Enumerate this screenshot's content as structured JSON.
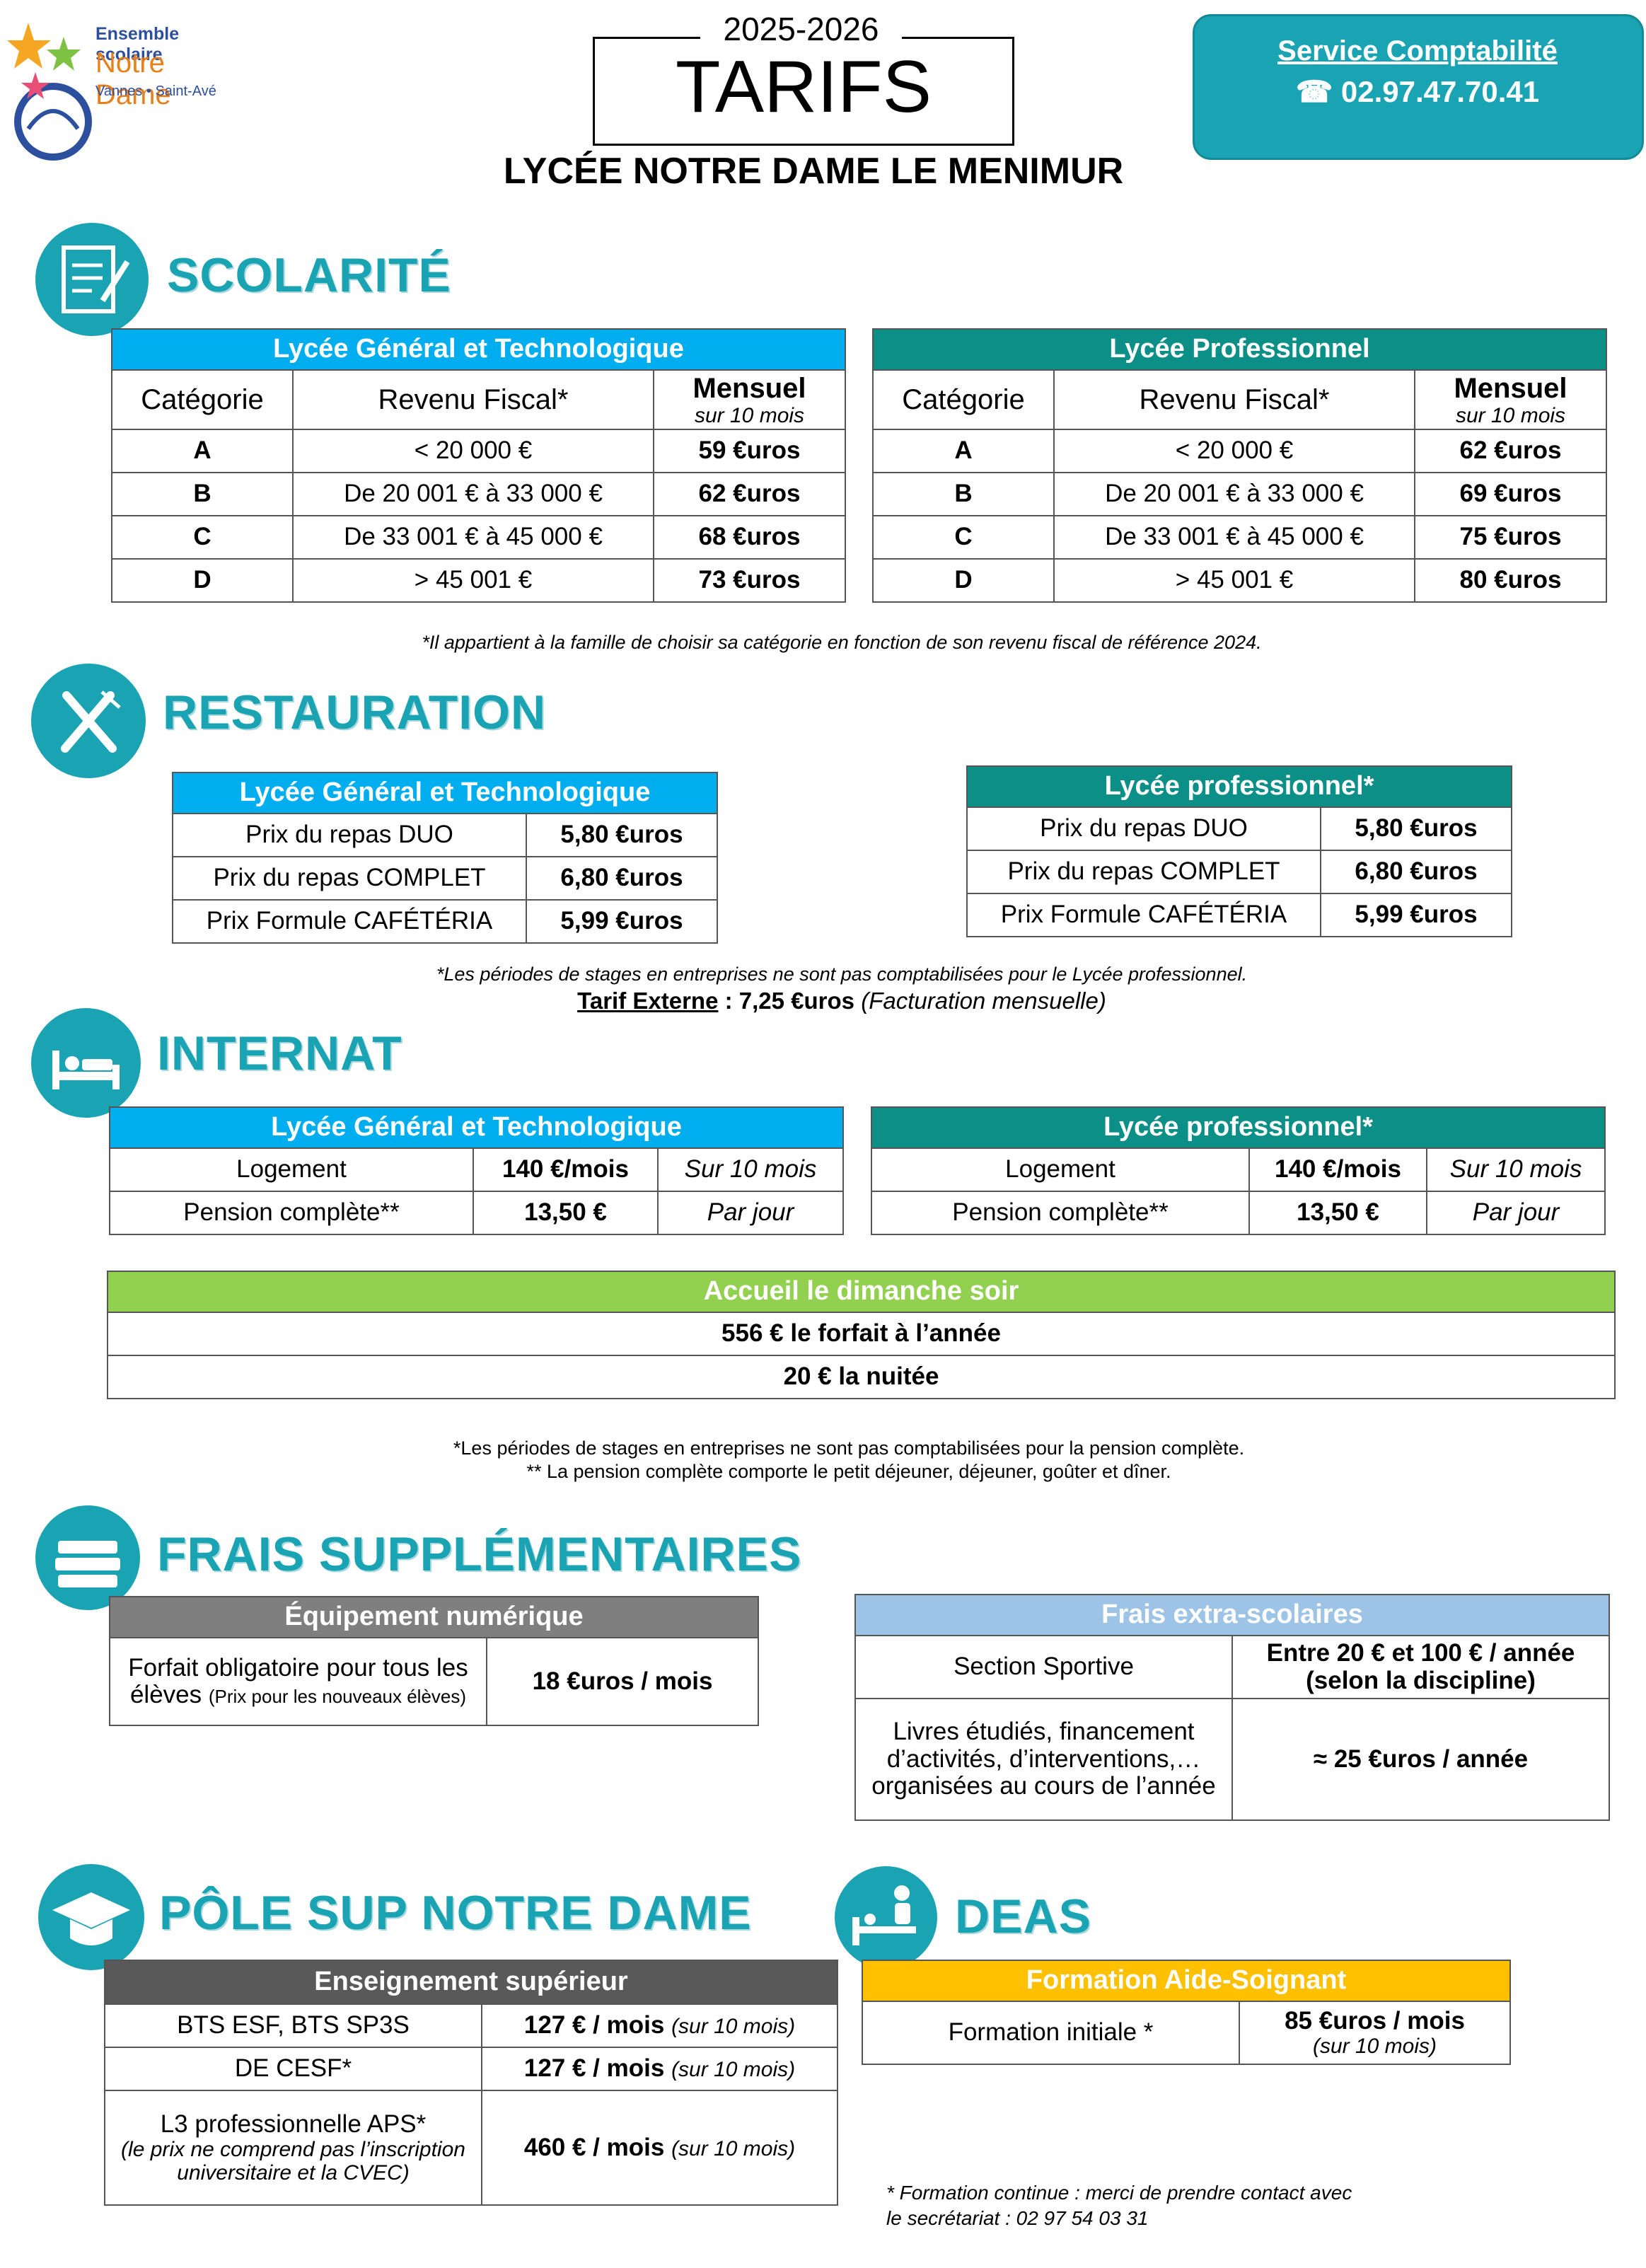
{
  "header": {
    "logo": {
      "line1": "Ensemble scolaire",
      "line2": "Notre Dame",
      "line3": "Vannes • Saint-Avé"
    },
    "year": "2025-2026",
    "title": "TARIFS",
    "subtitle": "LYCÉE NOTRE DAME LE MENIMUR",
    "contact": {
      "label": "Service Comptabilité",
      "phone": "☎ 02.97.47.70.41"
    }
  },
  "scolarite": {
    "title": "SCOLARITÉ",
    "lgt": {
      "title": "Lycée Général et Technologique",
      "col_cat": "Catégorie",
      "col_revenu": "Revenu Fiscal*",
      "col_mensuel": "Mensuel",
      "col_mensuel_sub": "sur 10 mois",
      "rows": [
        {
          "cat": "A",
          "revenu": "< 20 000 €",
          "prix": "59 €uros"
        },
        {
          "cat": "B",
          "revenu": "De 20 001 € à 33 000 €",
          "prix": "62 €uros"
        },
        {
          "cat": "C",
          "revenu": "De 33 001 € à 45 000 €",
          "prix": "68 €uros"
        },
        {
          "cat": "D",
          "revenu": "> 45 001 €",
          "prix": "73 €uros"
        }
      ]
    },
    "lp": {
      "title": "Lycée Professionnel",
      "col_cat": "Catégorie",
      "col_revenu": "Revenu Fiscal*",
      "col_mensuel": "Mensuel",
      "col_mensuel_sub": "sur 10 mois",
      "rows": [
        {
          "cat": "A",
          "revenu": "< 20 000 €",
          "prix": "62 €uros"
        },
        {
          "cat": "B",
          "revenu": "De 20 001 € à 33 000 €",
          "prix": "69 €uros"
        },
        {
          "cat": "C",
          "revenu": "De 33 001 € à 45 000 €",
          "prix": "75 €uros"
        },
        {
          "cat": "D",
          "revenu": "> 45 001 €",
          "prix": "80 €uros"
        }
      ]
    },
    "note": "*Il appartient à la famille de choisir sa catégorie en fonction de son revenu fiscal de référence 2024."
  },
  "restauration": {
    "title": "RESTAURATION",
    "lgt": {
      "title": "Lycée Général et Technologique",
      "rows": [
        {
          "label": "Prix du repas DUO",
          "prix": "5,80 €uros"
        },
        {
          "label": "Prix du repas COMPLET",
          "prix": "6,80 €uros"
        },
        {
          "label": "Prix Formule CAFÉTÉRIA",
          "prix": "5,99 €uros"
        }
      ]
    },
    "lp": {
      "title": "Lycée professionnel*",
      "rows": [
        {
          "label": "Prix du repas DUO",
          "prix": "5,80 €uros"
        },
        {
          "label": "Prix du repas COMPLET",
          "prix": "6,80 €uros"
        },
        {
          "label": "Prix Formule CAFÉTÉRIA",
          "prix": "5,99 €uros"
        }
      ]
    },
    "note": "*Les périodes de stages en entreprises ne sont pas comptabilisées pour le Lycée professionnel.",
    "externe_label": "Tarif Externe",
    "externe_value": " : 7,25 €uros ",
    "externe_note": "(Facturation mensuelle)"
  },
  "internat": {
    "title": "INTERNAT",
    "lgt": {
      "title": "Lycée Général et Technologique",
      "rows": [
        {
          "label": "Logement",
          "prix": "140 €/mois",
          "periode": "Sur 10 mois"
        },
        {
          "label": "Pension complète**",
          "prix": "13,50 €",
          "periode": "Par jour"
        }
      ]
    },
    "lp": {
      "title": "Lycée professionnel*",
      "rows": [
        {
          "label": "Logement",
          "prix": "140 €/mois",
          "periode": "Sur 10 mois"
        },
        {
          "label": "Pension complète**",
          "prix": "13,50 €",
          "periode": "Par jour"
        }
      ]
    },
    "dimanche": {
      "title": "Accueil le dimanche soir",
      "forfait": "556 € le forfait à l’année",
      "nuitee": "20 € la nuitée"
    },
    "note1": "*Les périodes de stages en entreprises ne sont pas comptabilisées pour la pension complète.",
    "note2": "** La pension complète comporte le petit déjeuner, déjeuner, goûter et dîner."
  },
  "frais": {
    "title": "FRAIS SUPPLÉMENTAIRES",
    "numerique": {
      "title": "Équipement numérique",
      "label": "Forfait obligatoire pour tous les élèves",
      "label_small": "(Prix pour les nouveaux élèves)",
      "prix": "18 €uros / mois"
    },
    "extra": {
      "title": "Frais extra-scolaires",
      "row1_label": "Section Sportive",
      "row1_prix": "Entre 20 € et 100 € / année (selon la discipline)",
      "row2_label": "Livres étudiés, financement d’activités, d’interventions,… organisées au cours de l’année",
      "row2_prix": "≈ 25 €uros / année"
    }
  },
  "pole_sup": {
    "title": "PÔLE SUP NOTRE DAME",
    "table_title": "Enseignement supérieur",
    "rows": [
      {
        "label": "BTS ESF, BTS SP3S",
        "prix": "127 € / mois",
        "periode": "(sur 10 mois)"
      },
      {
        "label": "DE CESF*",
        "prix": "127 € / mois",
        "periode": "(sur 10 mois)"
      },
      {
        "label": "L3 professionnelle APS*",
        "label_small": "(le prix ne comprend pas l’inscription universitaire et la CVEC)",
        "prix": "460 € / mois",
        "periode": "(sur 10 mois)"
      }
    ]
  },
  "deas": {
    "title": "DEAS",
    "table_title": "Formation Aide-Soignant",
    "row_label": "Formation initiale *",
    "row_prix": "85 €uros / mois",
    "row_periode": "(sur 10 mois)",
    "note1": "* Formation continue : merci de prendre contact avec",
    "note2": "le secrétariat : 02 97 54 03 31"
  }
}
